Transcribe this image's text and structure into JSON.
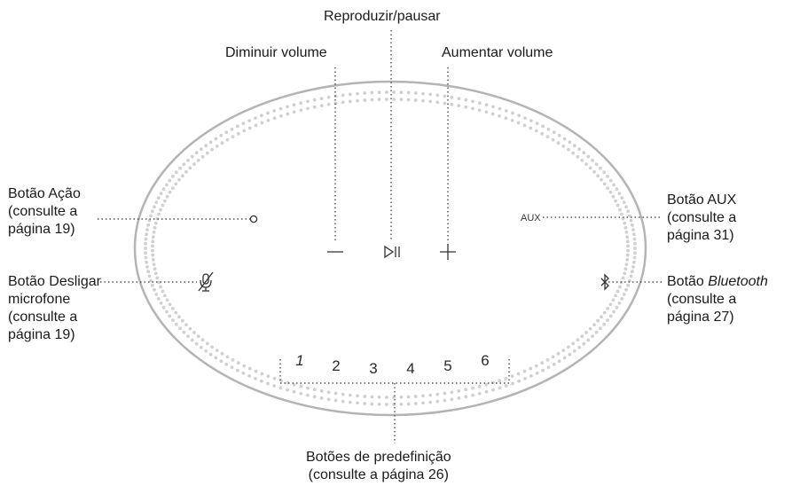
{
  "labels": {
    "play_pause": "Reproduzir/pausar",
    "volume_down": "Diminuir volume",
    "volume_up": "Aumentar volume",
    "action": [
      "Botão Ação",
      "(consulte a",
      "página 19)"
    ],
    "mic_off": [
      "Botão Desligar",
      "microfone",
      "(consulte a",
      "página 19)"
    ],
    "aux": [
      "Botão AUX",
      "(consulte a",
      "página 31)"
    ],
    "bluetooth": {
      "prefix": "Botão ",
      "italic": "Bluetooth",
      "lines": [
        "(consulte a",
        "página 27)"
      ]
    },
    "presets": [
      "Botões de predefinição",
      "(consulte a página 26)"
    ]
  },
  "speaker": {
    "aux_text": "AUX",
    "play_pause_symbol": "▷II",
    "preset_numbers": [
      "1",
      "2",
      "3",
      "4",
      "5",
      "6"
    ]
  },
  "colors": {
    "outline": "#b4b4b4",
    "dots": "#d0d0d0",
    "leader": "#333333"
  }
}
